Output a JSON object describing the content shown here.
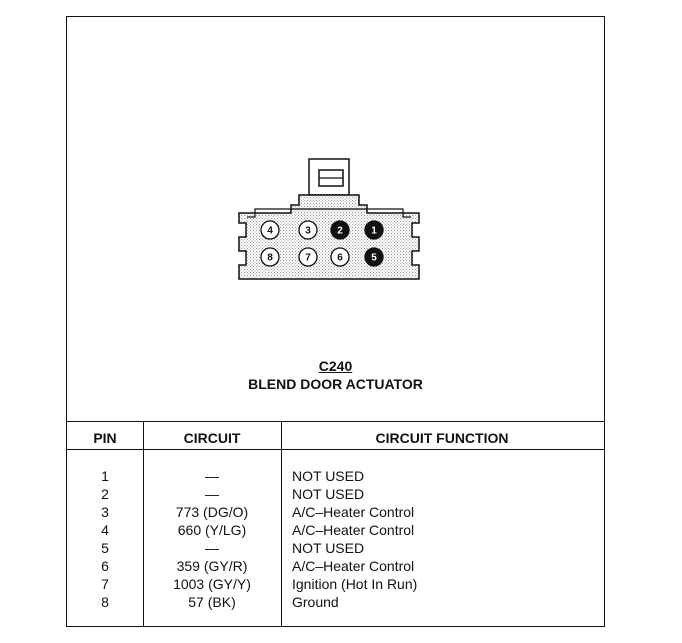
{
  "connector": {
    "id": "C240",
    "name": "BLEND DOOR ACTUATOR",
    "pins_top": [
      {
        "label": "4",
        "filled": false
      },
      {
        "label": "3",
        "filled": false
      },
      {
        "label": "2",
        "filled": true
      },
      {
        "label": "1",
        "filled": true
      }
    ],
    "pins_bottom": [
      {
        "label": "8",
        "filled": false
      },
      {
        "label": "7",
        "filled": false
      },
      {
        "label": "6",
        "filled": false
      },
      {
        "label": "5",
        "filled": true
      }
    ]
  },
  "table": {
    "headers": {
      "pin": "PIN",
      "circuit": "CIRCUIT",
      "function": "CIRCUIT FUNCTION"
    },
    "rows": [
      {
        "pin": "1",
        "circuit": "—",
        "function": "NOT USED"
      },
      {
        "pin": "2",
        "circuit": "—",
        "function": "NOT USED"
      },
      {
        "pin": "3",
        "circuit": "773 (DG/O)",
        "function": "A/C–Heater Control"
      },
      {
        "pin": "4",
        "circuit": "660 (Y/LG)",
        "function": "A/C–Heater Control"
      },
      {
        "pin": "5",
        "circuit": "—",
        "function": "NOT USED"
      },
      {
        "pin": "6",
        "circuit": "359 (GY/R)",
        "function": "A/C–Heater Control"
      },
      {
        "pin": "7",
        "circuit": "1003 (GY/Y)",
        "function": "Ignition (Hot In Run)"
      },
      {
        "pin": "8",
        "circuit": "57 (BK)",
        "function": "Ground"
      }
    ]
  }
}
